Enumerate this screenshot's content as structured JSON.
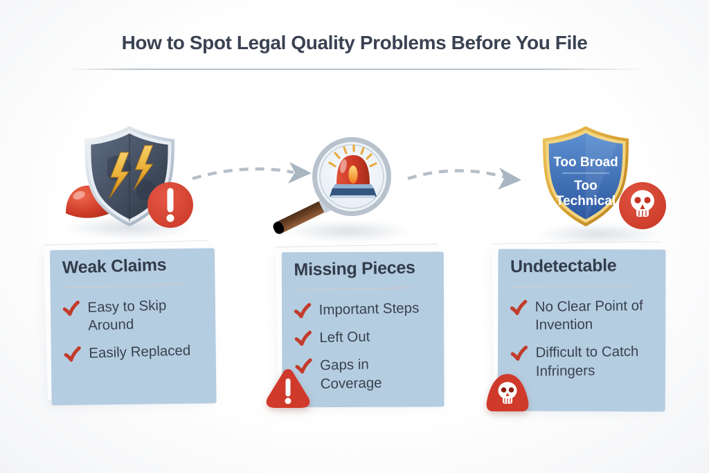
{
  "title": "How to Spot Legal Quality Problems Before You File",
  "colors": {
    "title_text": "#3a4252",
    "body_text": "#39424f",
    "check_red": "#c23b2b",
    "badge_red": "#d8402f",
    "lightning_gold": "#e8b33c",
    "shield_blue": "#3f6fb5",
    "shield_gold_rim": "#d9a43a",
    "card_backing_blue": "#b5cde1",
    "arrow_gray": "#b3bfca"
  },
  "icons": [
    {
      "name": "shield-lightning-icon",
      "badge": "exclamation-badge-icon"
    },
    {
      "name": "magnifier-siren-icon"
    },
    {
      "name": "shield-banner-icon",
      "banner": {
        "line1": "Too Broad",
        "line2": "Too",
        "line3": "Technical"
      },
      "badge": "skull-badge-icon"
    }
  ],
  "columns": [
    {
      "heading": "Weak Claims",
      "items": [
        "Easy to Skip Around",
        "Easily Replaced"
      ]
    },
    {
      "heading": "Missing Pieces",
      "items": [
        "Important Steps",
        "Left Out",
        "Gaps in Coverage"
      ],
      "badge": "warning-triangle-icon"
    },
    {
      "heading": "Undetectable",
      "items": [
        "No Clear Point of Invention",
        "Difficult to Catch Infringers"
      ],
      "badge": "skull-dome-icon"
    }
  ]
}
